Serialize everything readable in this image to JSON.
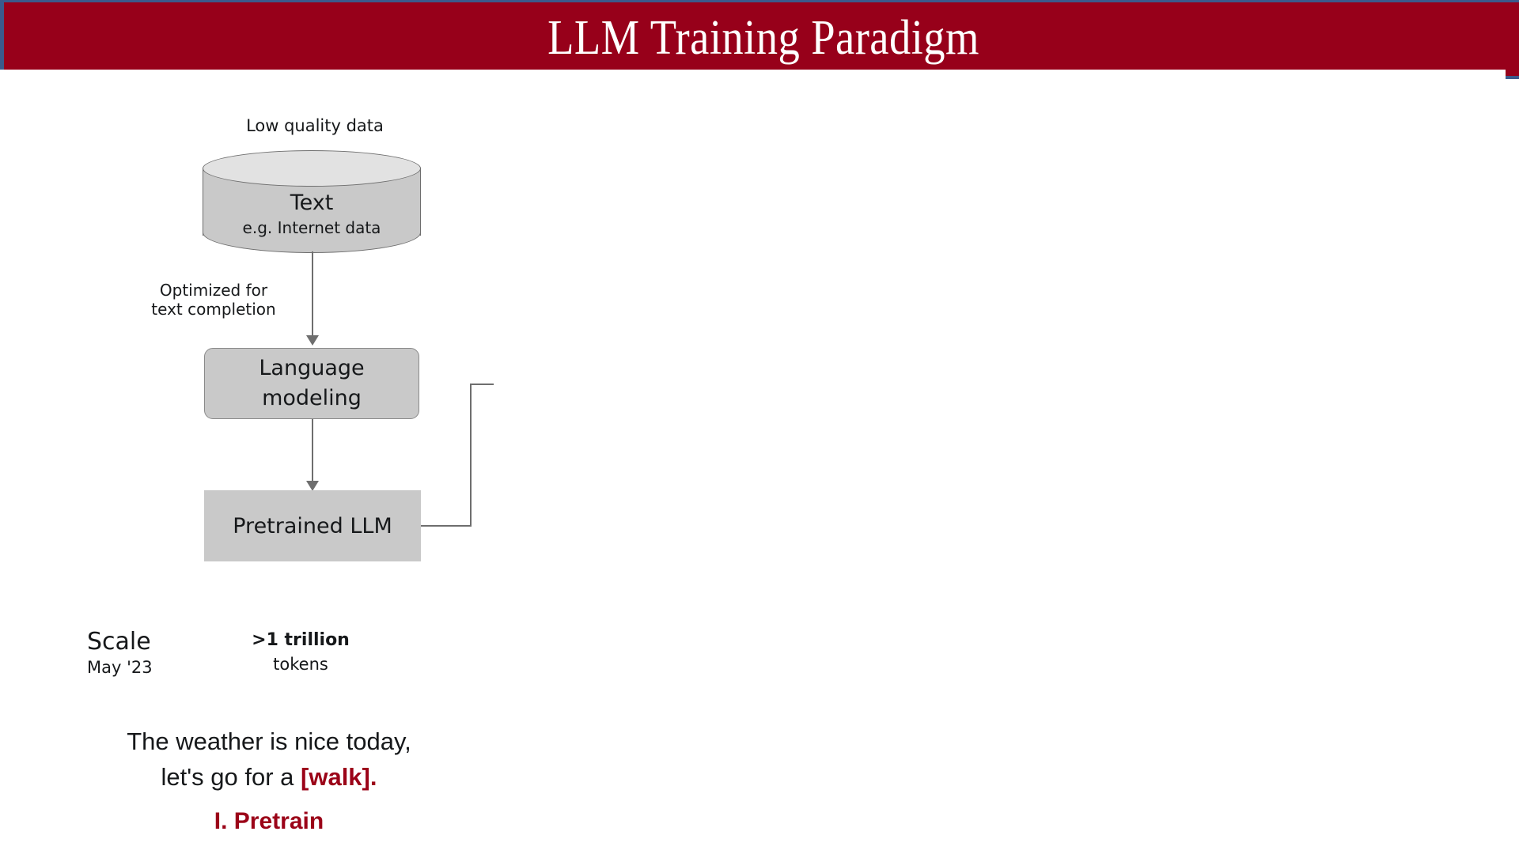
{
  "slide": {
    "title": "LLM Training Paradigm",
    "accent_color": "#97001a",
    "highlight_color": "#9b0318",
    "border_color": "#3b5a8c",
    "background_color": "#ffffff"
  },
  "diagram": {
    "data_source_caption": "Low quality data",
    "data_source": {
      "name": "Text",
      "detail": "e.g. Internet data",
      "shape": "cylinder",
      "fill": "#c9c9c9"
    },
    "arrow_1_label": "Optimized for\ntext completion",
    "process": {
      "label": "Language\nmodeling",
      "fill": "#c9c9c9"
    },
    "output": {
      "label": "Pretrained LLM",
      "fill": "#c9c9c9"
    }
  },
  "scale": {
    "heading": "Scale",
    "date": "May '23",
    "amount": ">1 trillion",
    "unit": "tokens"
  },
  "example": {
    "line_1": "The weather is nice today,",
    "line_2_prefix": "let's go for a ",
    "line_2_highlight": "[walk].",
    "stage": "I. Pretrain"
  }
}
